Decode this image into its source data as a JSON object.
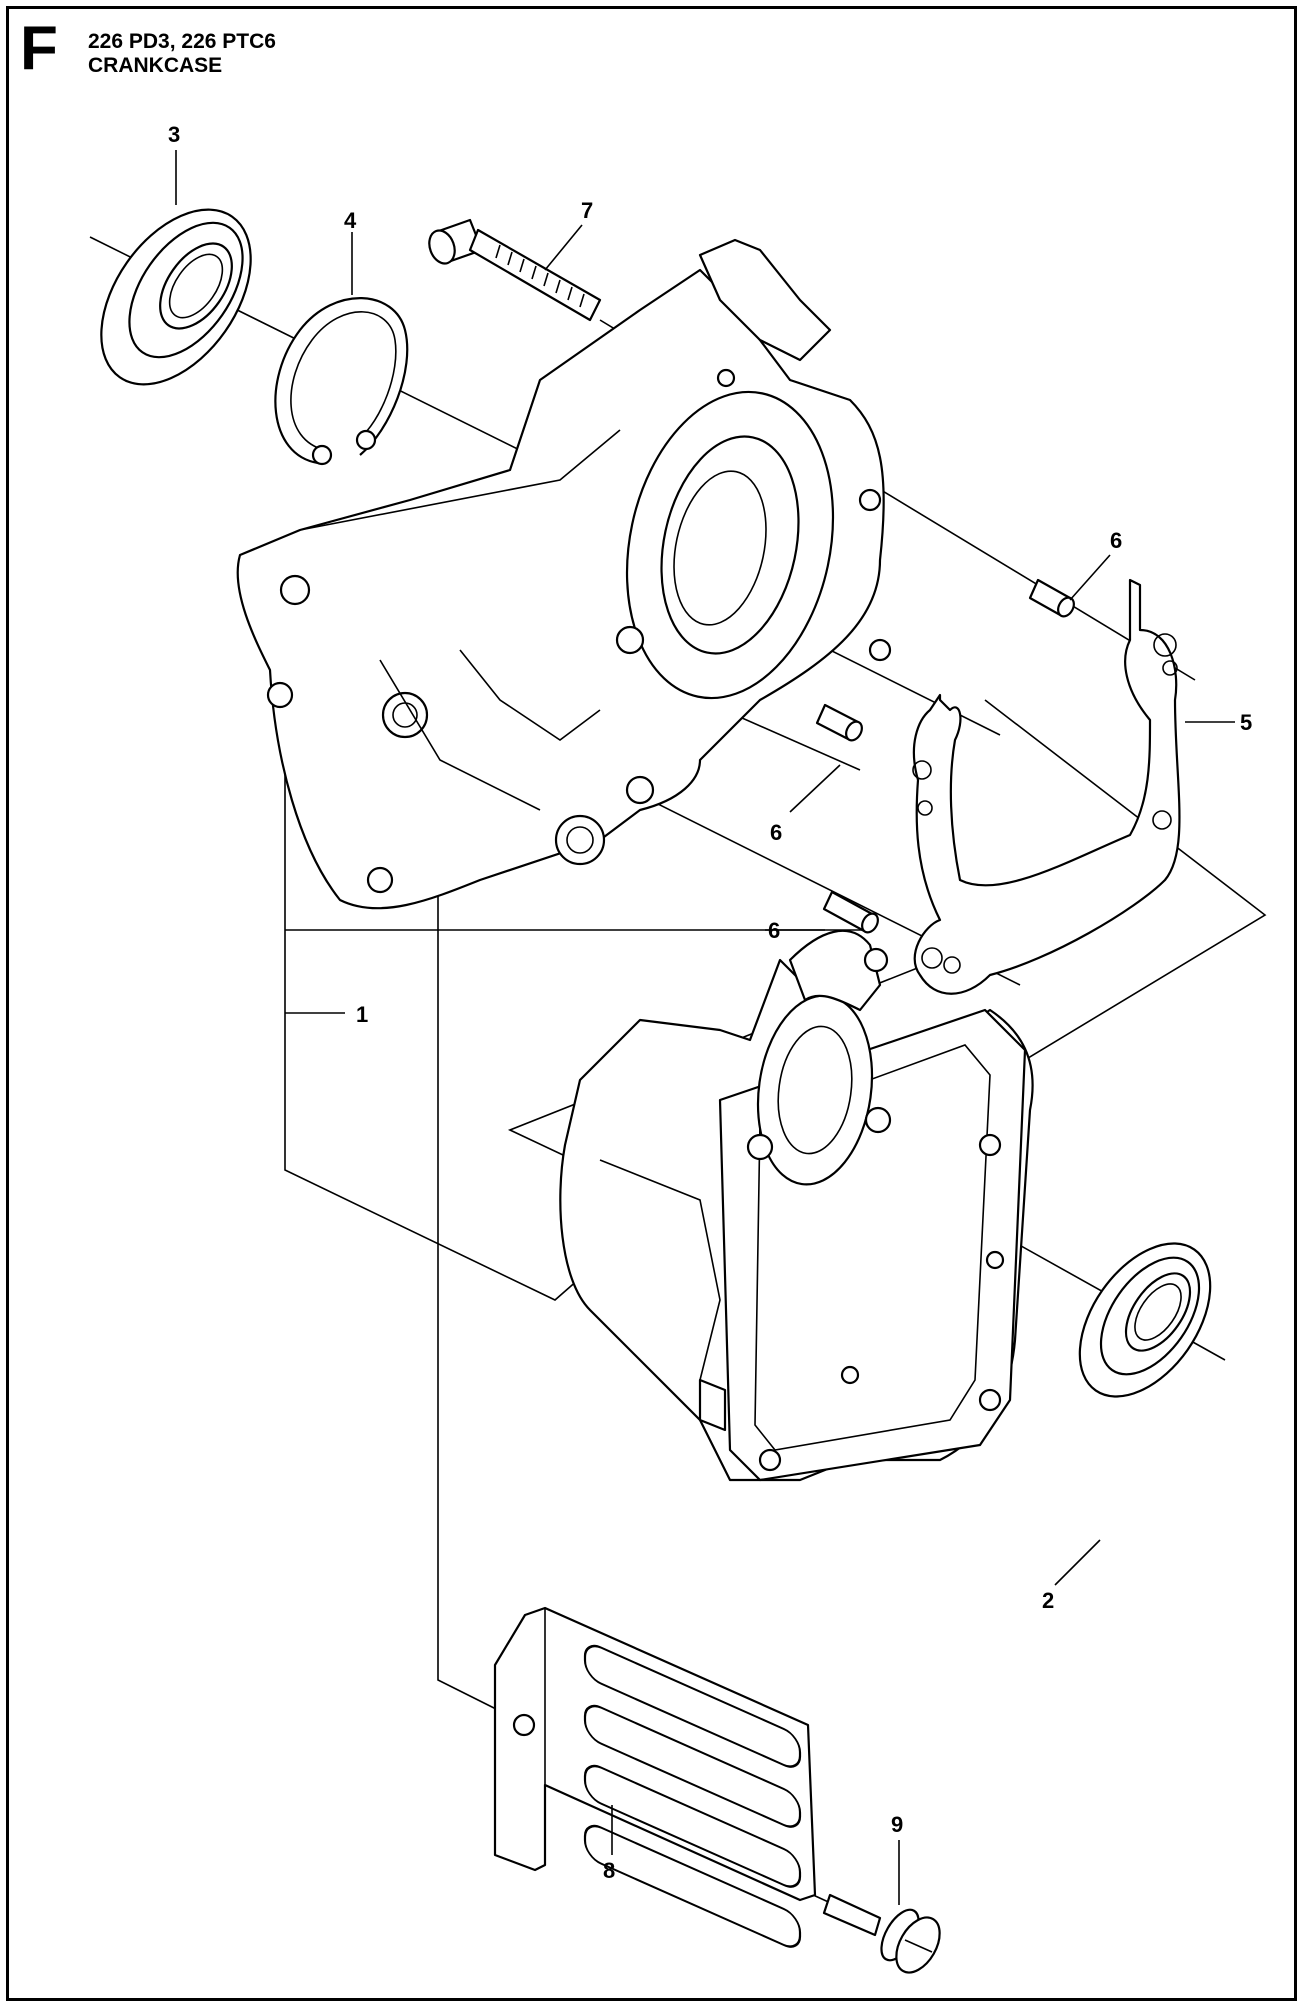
{
  "header": {
    "section_letter": "F",
    "model_line": "226 PD3, 226 PTC6",
    "assembly_name": "CRANKCASE"
  },
  "callouts": [
    {
      "id": "callout-1",
      "number": "1"
    },
    {
      "id": "callout-2",
      "number": "2"
    },
    {
      "id": "callout-3",
      "number": "3"
    },
    {
      "id": "callout-4",
      "number": "4"
    },
    {
      "id": "callout-5",
      "number": "5"
    },
    {
      "id": "callout-6a",
      "number": "6"
    },
    {
      "id": "callout-6b",
      "number": "6"
    },
    {
      "id": "callout-6c",
      "number": "6"
    },
    {
      "id": "callout-7",
      "number": "7"
    },
    {
      "id": "callout-8",
      "number": "8"
    },
    {
      "id": "callout-9",
      "number": "9"
    }
  ]
}
